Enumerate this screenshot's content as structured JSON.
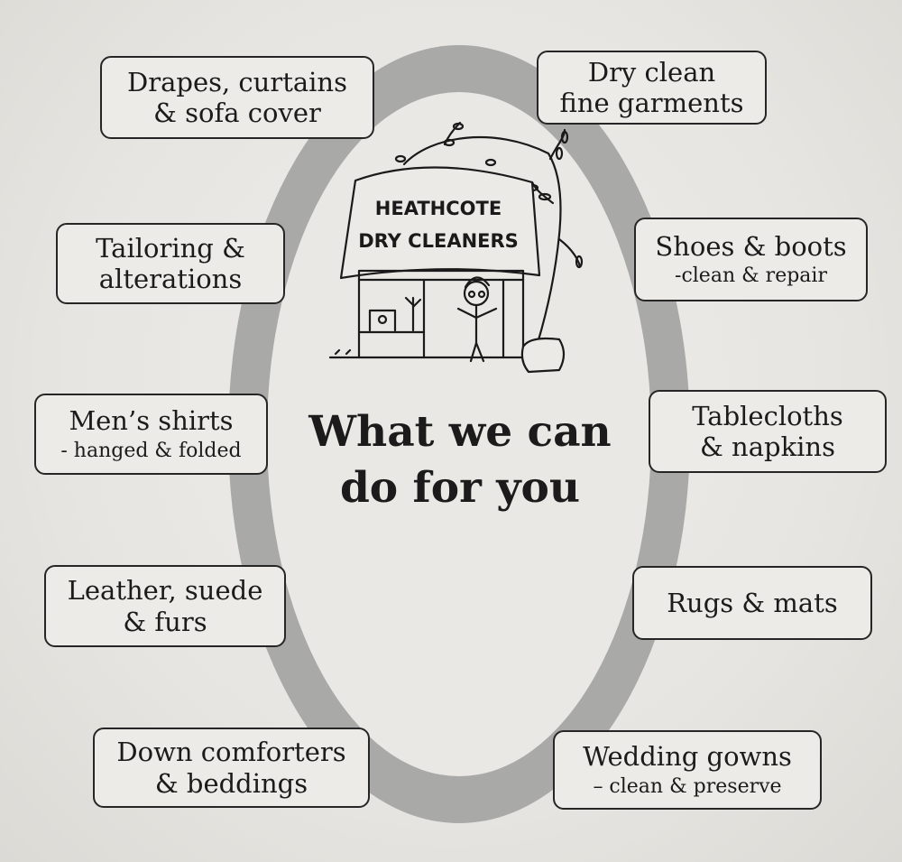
{
  "services": {
    "drapes": {
      "title": "Drapes, curtains\n& sofa cover"
    },
    "dry_clean": {
      "title": "Dry clean\nfine garments"
    },
    "tailoring": {
      "title": "Tailoring &\nalterations"
    },
    "shoes": {
      "title": "Shoes & boots",
      "subtitle": "-clean & repair"
    },
    "shirts": {
      "title": "Men’s shirts",
      "subtitle": "- hanged & folded"
    },
    "tablecloths": {
      "title": "Tablecloths\n& napkins"
    },
    "leather": {
      "title": "Leather, suede\n& furs"
    },
    "rugs": {
      "title": "Rugs & mats"
    },
    "comforters": {
      "title": "Down comforters\n& beddings"
    },
    "wedding": {
      "title": "Wedding gowns",
      "subtitle": "– clean & preserve"
    }
  },
  "logo": {
    "line1": "HEATHCOTE",
    "line2": "DRY CLEANERS"
  },
  "headline": "What we can\ndo for you"
}
